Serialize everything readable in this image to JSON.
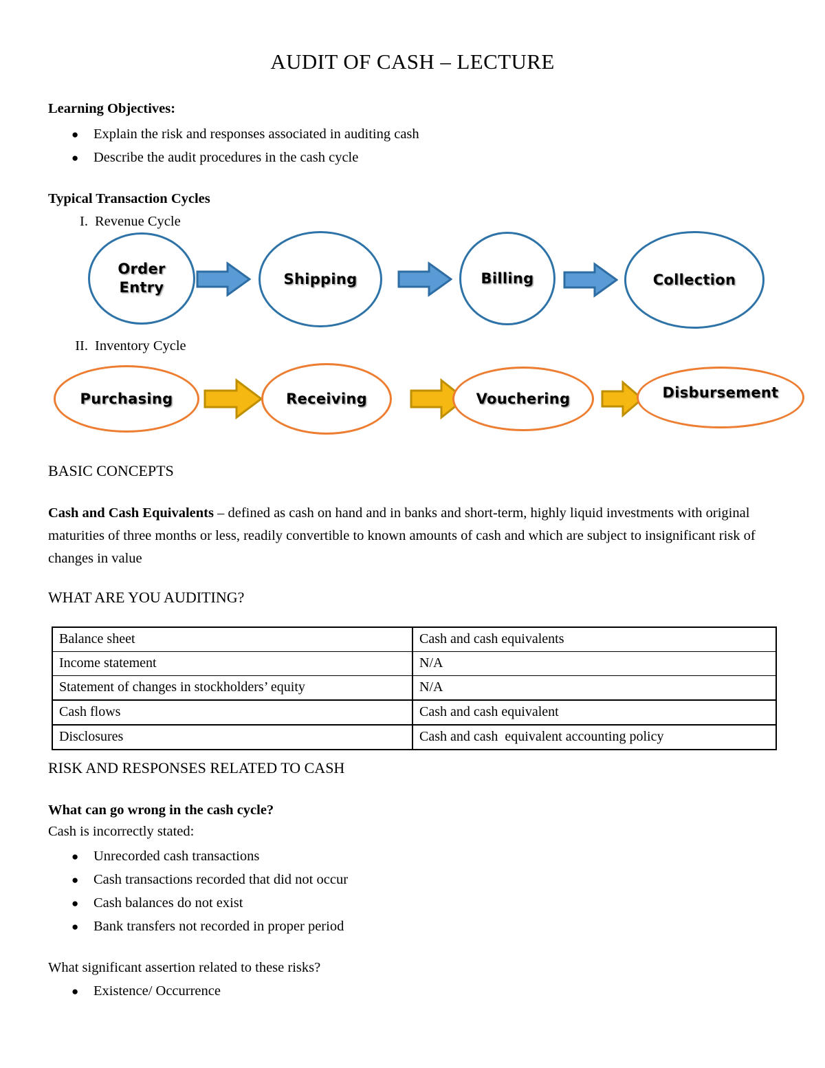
{
  "document": {
    "title": "AUDIT OF CASH – LECTURE"
  },
  "learning_objectives": {
    "heading": "Learning Objectives:",
    "items": [
      "Explain the risk and responses associated in auditing cash",
      "Describe the audit procedures in the cash cycle"
    ]
  },
  "transaction_cycles": {
    "heading": "Typical Transaction Cycles",
    "cycles": [
      {
        "numeral": "I.",
        "label": "Revenue Cycle",
        "color": "#2e73a8",
        "arrow_fill": "#5b9bd5",
        "arrow_stroke": "#2e6da4",
        "nodes": [
          "Order\nEntry",
          "Shipping",
          "Billing",
          "Collection"
        ]
      },
      {
        "numeral": "II.",
        "label": "Inventory Cycle",
        "color": "#ed7d31",
        "arrow_fill": "#f5b813",
        "arrow_stroke": "#bf8f00",
        "nodes": [
          "Purchasing",
          "Receiving",
          "Vouchering",
          "Disbursement"
        ]
      }
    ]
  },
  "basic_concepts": {
    "heading": "BASIC CONCEPTS",
    "term": "Cash and Cash Equivalents",
    "definition": " – defined as cash on hand and in banks and short-term, highly liquid investments with original maturities of three months or less, readily convertible to known amounts of cash and which are subject to insignificant risk of changes in value"
  },
  "what_are_you_auditing": {
    "heading": "WHAT ARE YOU AUDITING?",
    "rows": [
      [
        "Balance sheet",
        "Cash and cash equivalents"
      ],
      [
        "Income statement",
        "N/A"
      ],
      [
        "Statement of changes in stockholders’ equity",
        "N/A"
      ],
      [
        "Cash flows",
        "Cash and cash equivalent"
      ],
      [
        "Disclosures",
        "Cash and cash  equivalent accounting policy"
      ]
    ]
  },
  "risk_and_responses": {
    "heading": "RISK AND RESPONSES RELATED TO CASH",
    "question1": "What can go wrong in the cash cycle?",
    "lead_in": "Cash is incorrectly stated:",
    "risks": [
      "Unrecorded cash transactions",
      "Cash transactions recorded that did not occur",
      "Cash balances do not exist",
      "Bank transfers not recorded in proper period"
    ],
    "question2": "What significant assertion related to these risks?",
    "assertions": [
      "Existence/ Occurrence"
    ]
  },
  "bullet_glyph": "●"
}
